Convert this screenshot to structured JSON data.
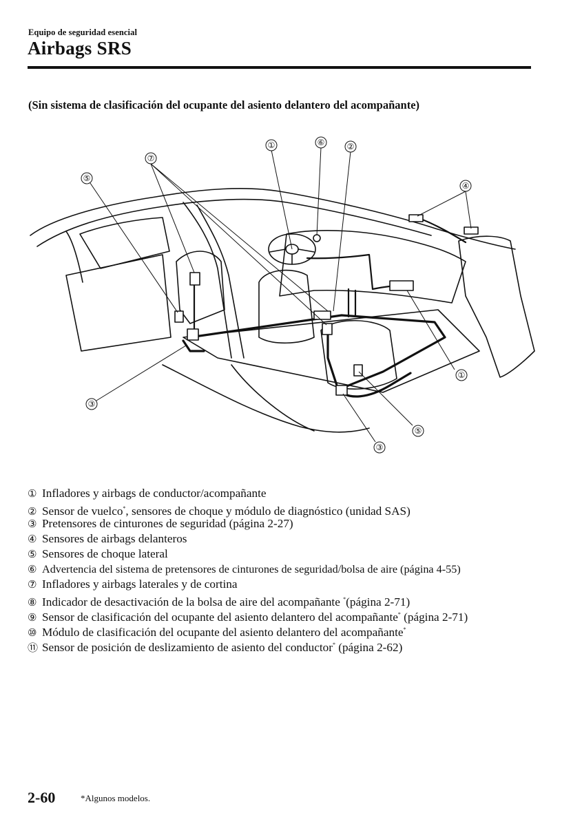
{
  "header": {
    "section": "Equipo de seguridad esencial",
    "title": "Airbags SRS"
  },
  "subtitle": "(Sin sistema de clasificación del ocupante del asiento delantero del acompañante)",
  "diagram": {
    "callouts": [
      "①",
      "②",
      "③",
      "④",
      "⑤",
      "⑥",
      "⑦",
      "①",
      "③",
      "⑤"
    ]
  },
  "legend": [
    {
      "num": "①",
      "text": "Infladores y airbags de conductor/acompañante",
      "note": "",
      "after": ""
    },
    {
      "num": "②",
      "text": "Sensor de vuelco",
      "note": "*",
      "after": ", sensores de choque y módulo de diagnóstico (unidad SAS)"
    },
    {
      "num": "③",
      "text": "Pretensores de cinturones de seguridad (página 2-27)",
      "note": "",
      "after": ""
    },
    {
      "num": "④",
      "text": "Sensores de airbags delanteros",
      "note": "",
      "after": ""
    },
    {
      "num": "⑤",
      "text": "Sensores de choque lateral",
      "note": "",
      "after": ""
    },
    {
      "num": "⑥",
      "text": "Advertencia del sistema de pretensores de cinturones de seguridad/bolsa de aire (página 4-55)",
      "note": "",
      "after": ""
    },
    {
      "num": "⑦",
      "text": "Infladores y airbags laterales y de cortina",
      "note": "",
      "after": ""
    },
    {
      "num": "⑧",
      "text": "Indicador de desactivación de la bolsa de aire del acompañante ",
      "note": "*",
      "after": "(página 2-71)"
    },
    {
      "num": "⑨",
      "text": "Sensor de clasificación del ocupante del asiento delantero del acompañante",
      "note": "*",
      "after": " (página 2-71)"
    },
    {
      "num": "⑩",
      "text": "Módulo de clasificación del ocupante del asiento delantero del acompañante",
      "note": "*",
      "after": ""
    },
    {
      "num": "⑪",
      "text": "Sensor de posición de deslizamiento de asiento del conductor",
      "note": "*",
      "after": " (página 2-62)"
    }
  ],
  "footer": {
    "page_number": "2-60",
    "footnote": "*Algunos modelos."
  }
}
